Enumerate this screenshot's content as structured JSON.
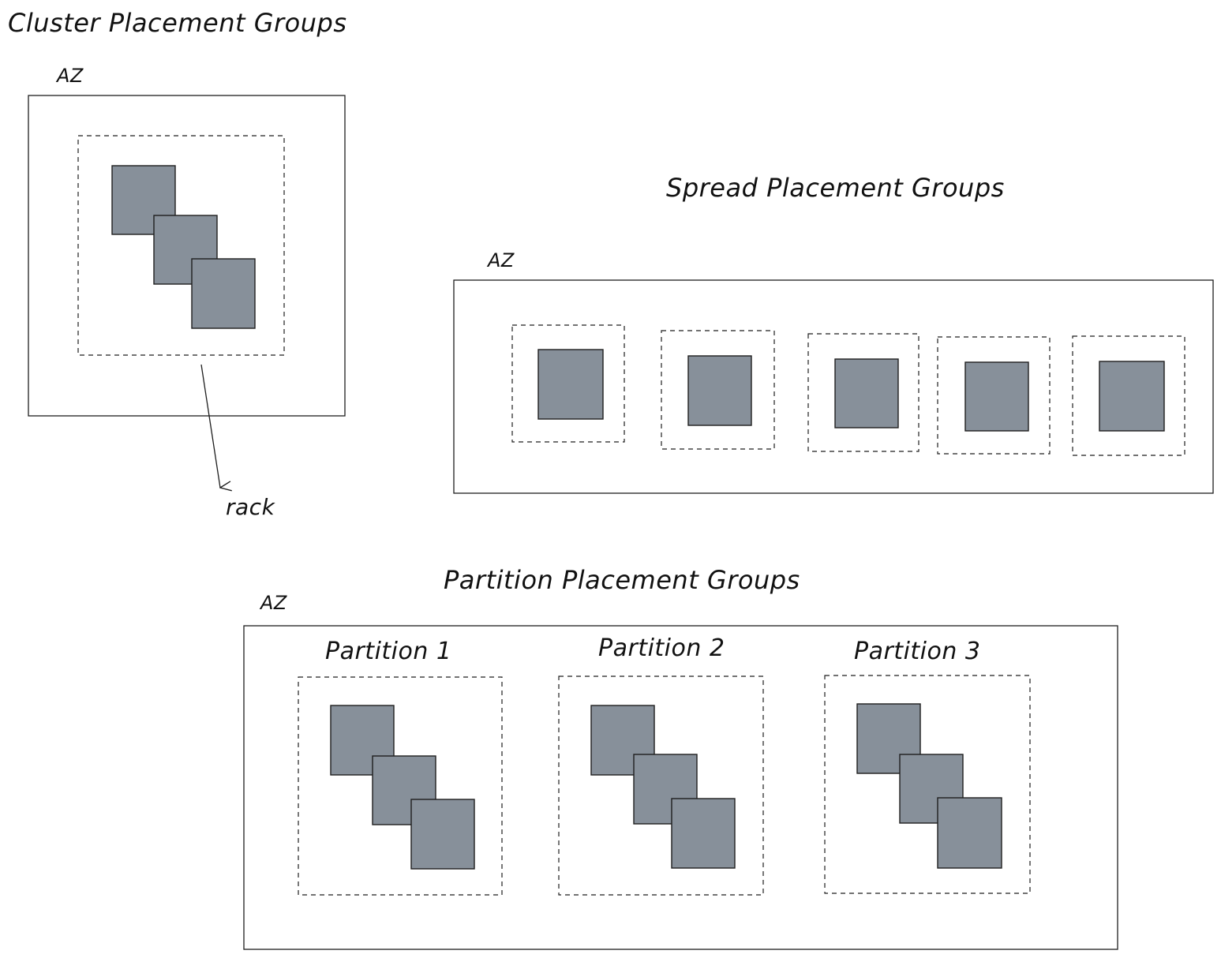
{
  "colors": {
    "instance_fill": "#87909a",
    "stroke": "#1e1e1e",
    "background": "#ffffff"
  },
  "cluster": {
    "title": "Cluster Placement Groups",
    "az_label": "AZ",
    "rack_label": "rack"
  },
  "spread": {
    "title": "Spread Placement Groups",
    "az_label": "AZ"
  },
  "partition": {
    "title": "Partition Placement Groups",
    "az_label": "AZ",
    "partitions": [
      {
        "label": "Partition 1"
      },
      {
        "label": "Partition 2"
      },
      {
        "label": "Partition 3"
      }
    ]
  }
}
